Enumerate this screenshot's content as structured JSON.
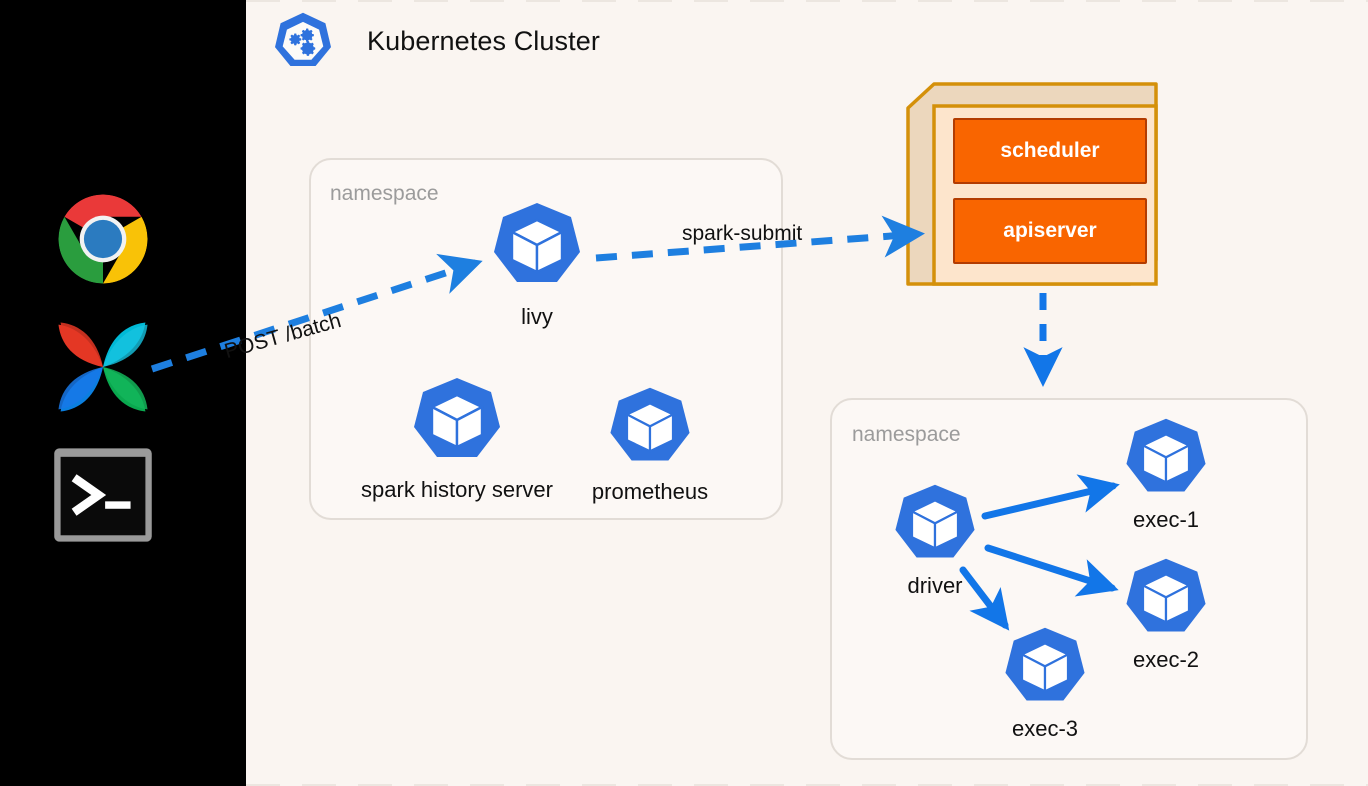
{
  "page": {
    "background": "#faf5f1",
    "desktop_background": "#000000",
    "accent_blue": "#1e7fe0",
    "pod_blue": "#2f72dd",
    "orange": "#f96500",
    "orange_border": "#b33c00",
    "box_border_gold": "#d4900a"
  },
  "dock": {
    "items": [
      {
        "name": "chrome-icon",
        "label": "Google Chrome"
      },
      {
        "name": "airflow-icon",
        "label": "Apache Airflow"
      },
      {
        "name": "terminal-icon",
        "label": "Terminal"
      }
    ]
  },
  "cluster": {
    "title": "Kubernetes Cluster",
    "logo_name": "kubernetes-logo"
  },
  "namespaces": [
    {
      "id": "ns-left",
      "label": "namespace"
    },
    {
      "id": "ns-right",
      "label": "namespace"
    }
  ],
  "pods": {
    "left_namespace": [
      {
        "id": "livy",
        "label": "livy"
      },
      {
        "id": "spark-history-server",
        "label": "spark history server"
      },
      {
        "id": "prometheus",
        "label": "prometheus"
      }
    ],
    "right_namespace": [
      {
        "id": "driver",
        "label": "driver"
      },
      {
        "id": "exec-1",
        "label": "exec-1"
      },
      {
        "id": "exec-2",
        "label": "exec-2"
      },
      {
        "id": "exec-3",
        "label": "exec-3"
      }
    ]
  },
  "control_plane": {
    "components": [
      {
        "id": "scheduler",
        "label": "scheduler"
      },
      {
        "id": "apiserver",
        "label": "apiserver"
      }
    ]
  },
  "edges": [
    {
      "id": "post-batch",
      "label": "POST /batch",
      "style": "dashed",
      "from": "airflow-icon",
      "to": "livy"
    },
    {
      "id": "spark-submit",
      "label": "spark-submit",
      "style": "dashed",
      "from": "livy",
      "to": "apiserver"
    },
    {
      "id": "apiserver-to-namespace",
      "label": "",
      "style": "dashed",
      "from": "apiserver",
      "to": "ns-right"
    },
    {
      "id": "driver-exec-1",
      "label": "",
      "style": "solid",
      "from": "driver",
      "to": "exec-1"
    },
    {
      "id": "driver-exec-2",
      "label": "",
      "style": "solid",
      "from": "driver",
      "to": "exec-2"
    },
    {
      "id": "driver-exec-3",
      "label": "",
      "style": "solid",
      "from": "driver",
      "to": "exec-3"
    }
  ]
}
